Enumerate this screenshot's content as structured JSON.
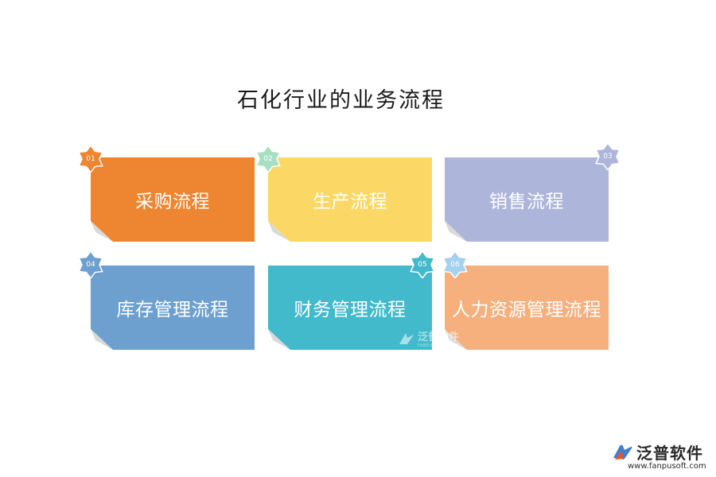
{
  "title": "石化行业的业务流程",
  "cards": [
    {
      "number": "01",
      "label": "采购流程",
      "color": "#EE8530",
      "badge_color": "#EE8530"
    },
    {
      "number": "02",
      "label": "生产流程",
      "color": "#FBD865",
      "badge_color": "#A6DFC2"
    },
    {
      "number": "03",
      "label": "销售流程",
      "color": "#ADB6DA",
      "badge_color": "#ADB6DA"
    },
    {
      "number": "04",
      "label": "库存管理流程",
      "color": "#6DA0CE",
      "badge_color": "#6DA0CE"
    },
    {
      "number": "05",
      "label": "财务管理流程",
      "color": "#42BACB",
      "badge_color": "#42BACB"
    },
    {
      "number": "06",
      "label": "人力资源管理流程",
      "color": "#F5B07E",
      "badge_color": "#A3D2EF"
    }
  ],
  "watermark": {
    "text": "泛普软件",
    "sub": "FANPU SOFTWARE"
  },
  "brand": {
    "name": "泛普软件",
    "url": "www.fanpusoft.com",
    "logo_icon": "fanpu-logo-icon"
  }
}
